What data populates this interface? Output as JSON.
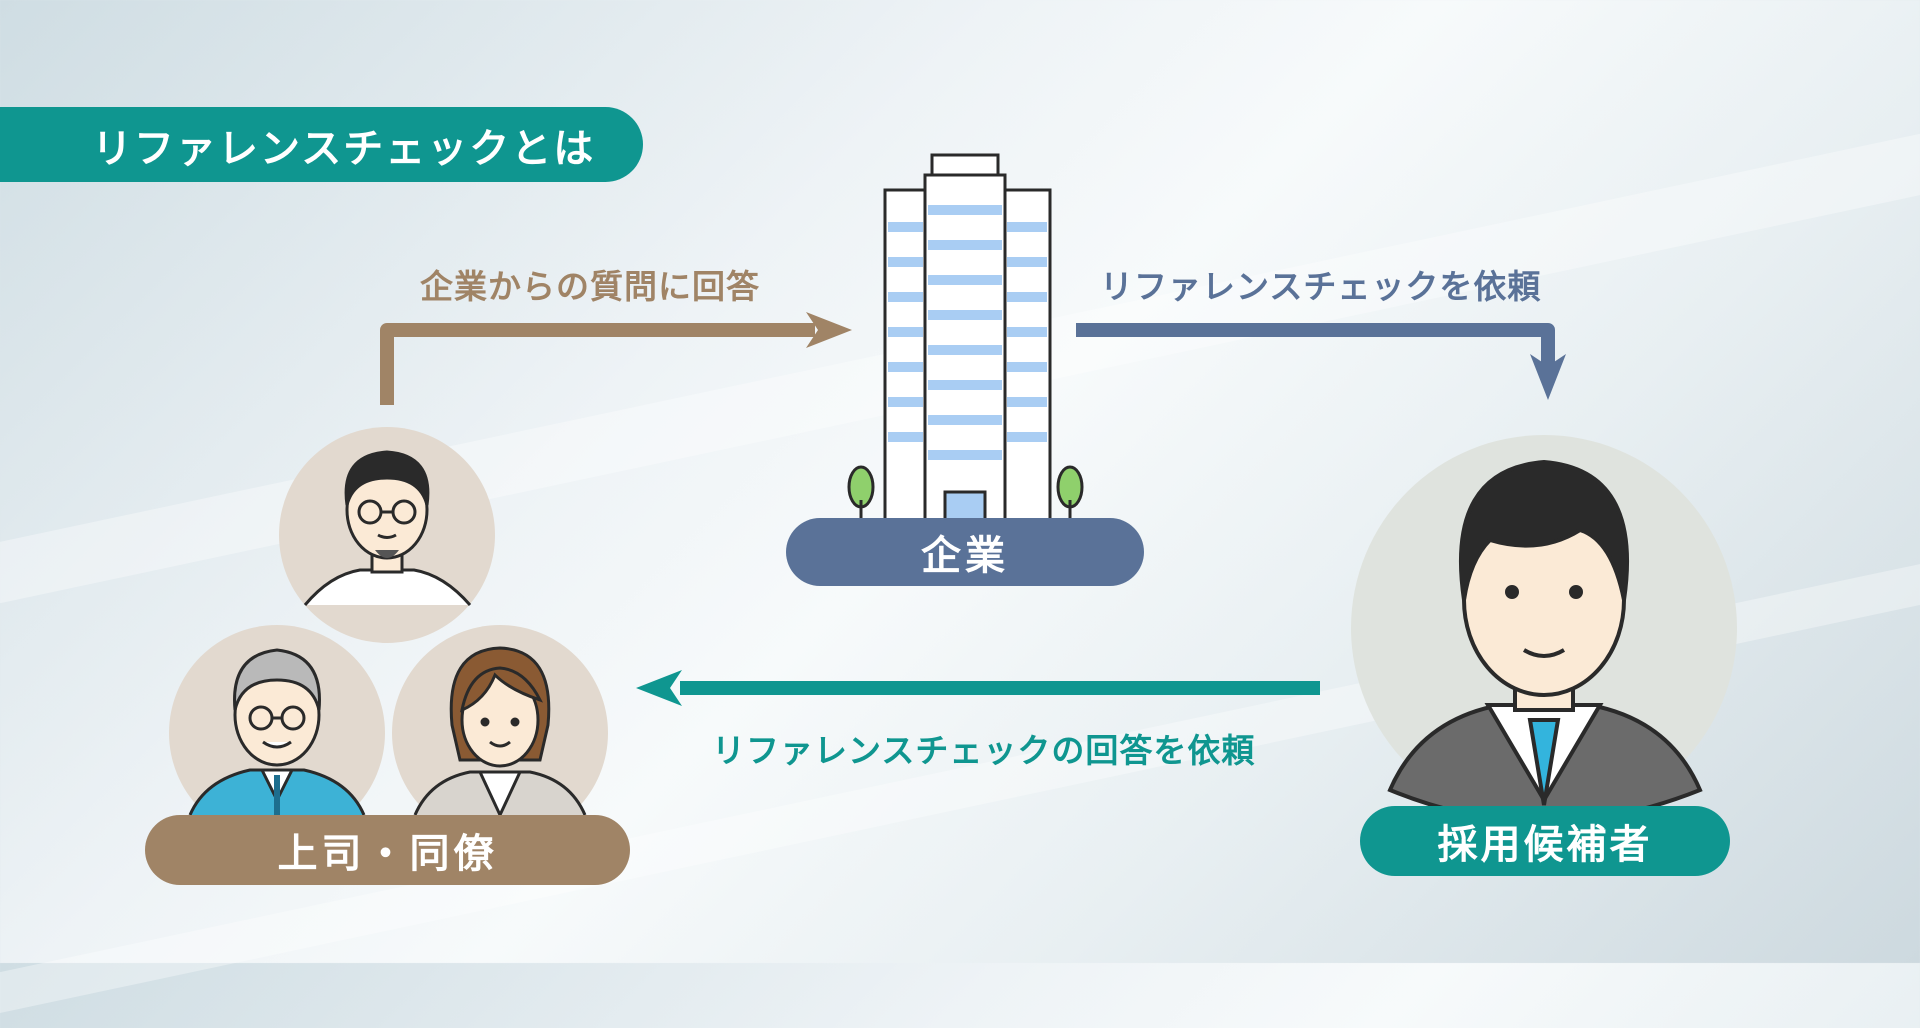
{
  "title": "リファレンスチェックとは",
  "nodes": {
    "company": "企業",
    "candidate": "採用候補者",
    "references": "上司・同僚"
  },
  "arrows": {
    "refs_to_company": "企業からの質問に回答",
    "company_to_candidate": "リファレンスチェックを依頼",
    "candidate_to_refs": "リファレンスチェックの回答を依頼"
  },
  "colors": {
    "teal": "#0f9690",
    "brown": "#a08466",
    "slate": "#5a7298"
  }
}
